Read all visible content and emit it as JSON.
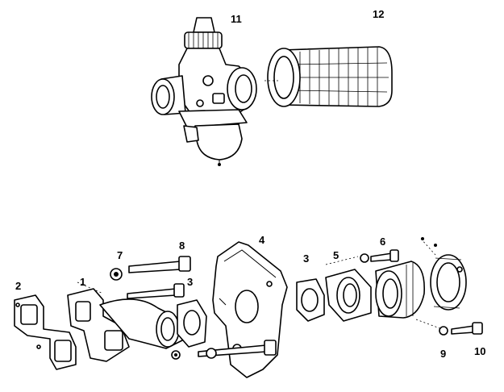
{
  "labels": {
    "p1": "1",
    "p2": "2",
    "p3a": "3",
    "p3b": "3",
    "p4": "4",
    "p5": "5",
    "p6": "6",
    "p7": "7",
    "p8": "8",
    "p9": "9",
    "p10": "10",
    "p11": "11",
    "p12": "12"
  },
  "colors": {
    "ink": "#000000",
    "paper": "#ffffff"
  }
}
